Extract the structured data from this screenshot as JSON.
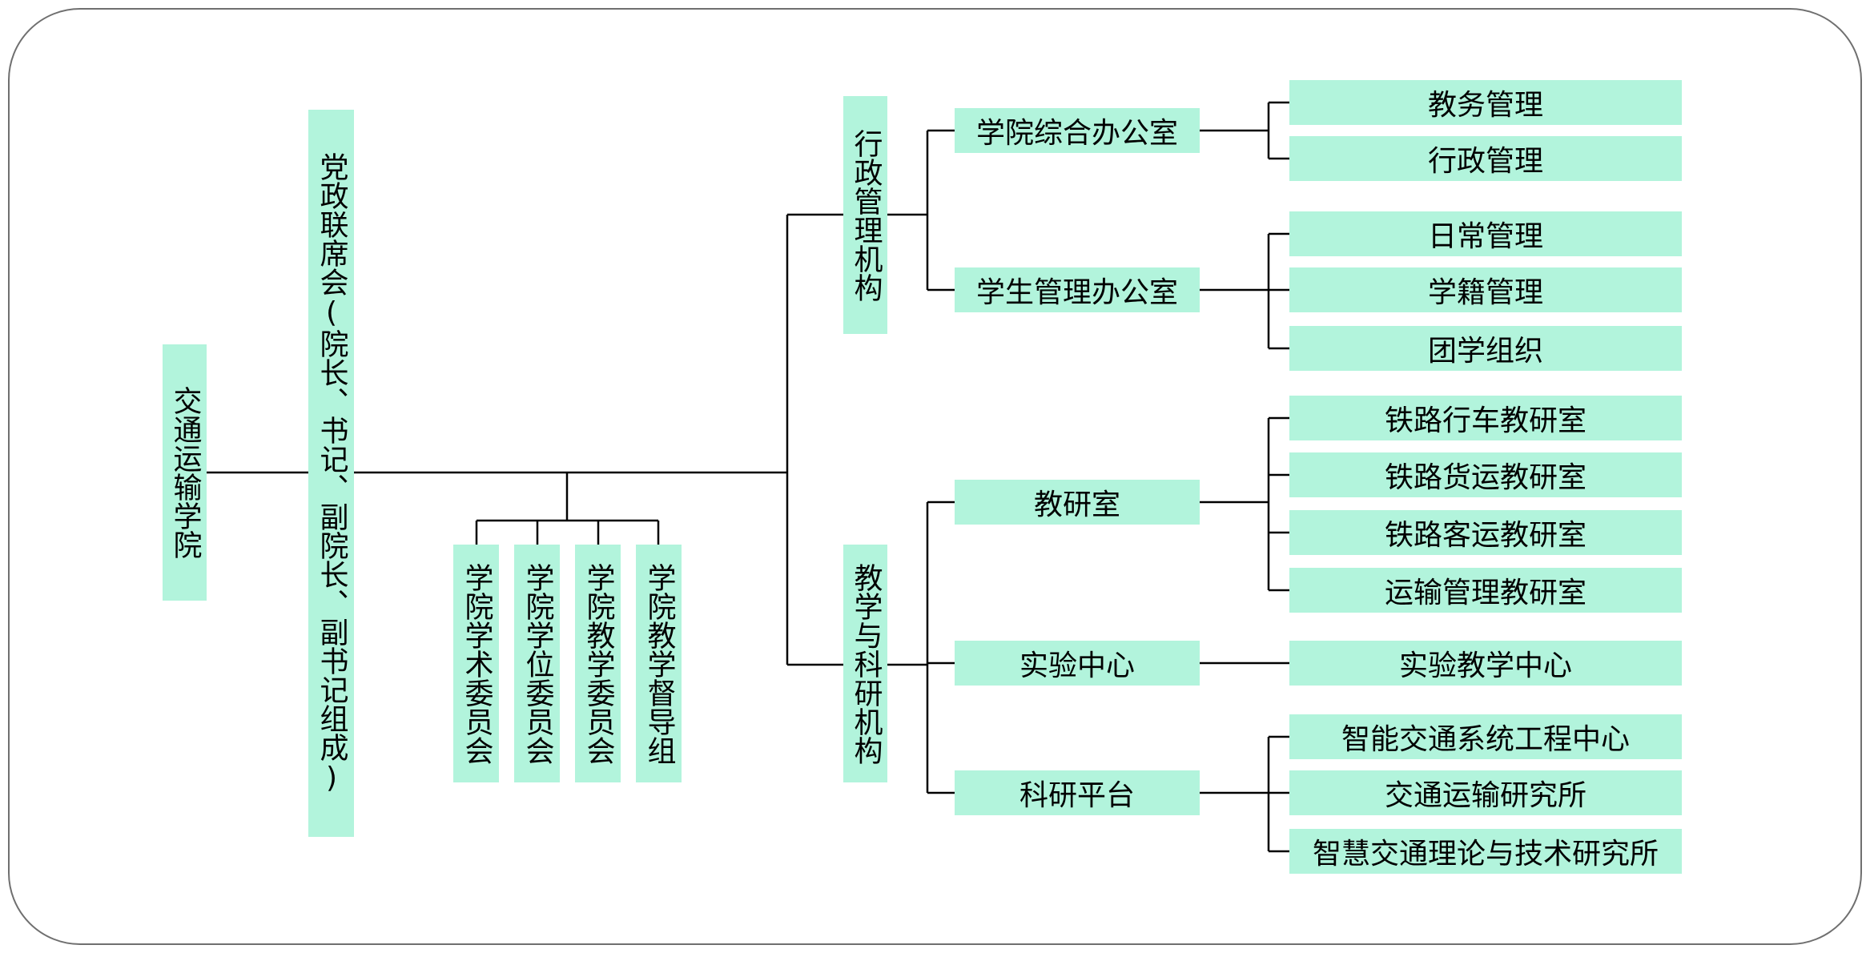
{
  "root": {
    "label": "交通运输学院"
  },
  "council": {
    "label": "党政联席会(院长、书记、副院长、副书记组成)"
  },
  "committees": [
    {
      "label": "学院学术委员会"
    },
    {
      "label": "学院学位委员会"
    },
    {
      "label": "学院教学委员会"
    },
    {
      "label": "学院教学督导组"
    }
  ],
  "branches": [
    {
      "label": "行政管理机构",
      "offices": [
        {
          "label": "学院综合办公室",
          "items": [
            "教务管理",
            "行政管理"
          ]
        },
        {
          "label": "学生管理办公室",
          "items": [
            "日常管理",
            "学籍管理",
            "团学组织"
          ]
        }
      ]
    },
    {
      "label": "教学与科研机构",
      "offices": [
        {
          "label": "教研室",
          "items": [
            "铁路行车教研室",
            "铁路货运教研室",
            "铁路客运教研室",
            "运输管理教研室"
          ]
        },
        {
          "label": "实验中心",
          "items": [
            "实验教学中心"
          ]
        },
        {
          "label": "科研平台",
          "items": [
            "智能交通系统工程中心",
            "交通运输研究所",
            "智慧交通理论与技术研究所"
          ]
        }
      ]
    }
  ],
  "colors": {
    "box_fill": "#b2f4dc",
    "line": "#000000",
    "frame_border": "#6f6f6f"
  }
}
